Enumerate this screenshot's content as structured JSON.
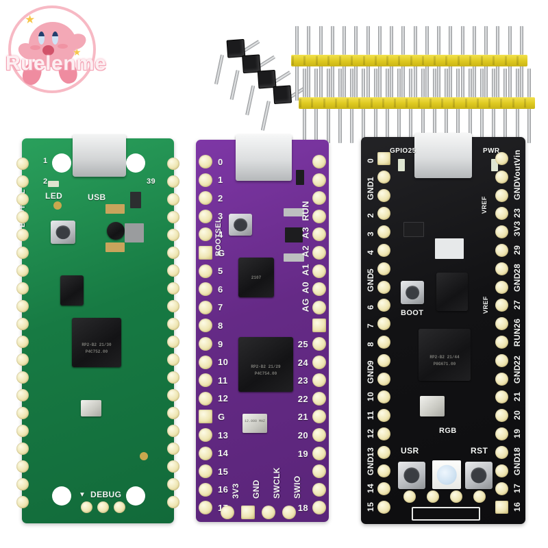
{
  "scene": {
    "background_color": "#ffffff",
    "description": "Product photo of three RP2040 microcontroller boards with header pin strips"
  },
  "watermark": {
    "text": "Ruelenme",
    "icon": "kirby-character-icon",
    "ring_color": "#f7b9c4",
    "body_color": "#f3a8b6",
    "text_color": "#fdeff2",
    "star_color": "#f6c64b"
  },
  "headers": [
    {
      "id": "black-header",
      "name": "black-4-pin-header",
      "pin_count": 4,
      "housing_color": "#1b1b1d",
      "pin_color": "#e7e9ea"
    },
    {
      "id": "yellow-header-top",
      "name": "yellow-20-pin-header-top",
      "pin_count": 20,
      "housing_color": "#ddc81f",
      "pin_color": "#e7e9ea"
    },
    {
      "id": "yellow-header-bottom",
      "name": "yellow-20-pin-header-bottom",
      "pin_count": 20,
      "housing_color": "#ddc81f",
      "pin_color": "#e7e9ea"
    }
  ],
  "boards": [
    {
      "id": "green-board",
      "name": "raspberry-pi-pico-green",
      "pcb_color": "#1f8a4c",
      "connector": "micro-usb",
      "silkscreen": {
        "usb_label": "USB",
        "led_label": "LED",
        "bootsel_label": "BOOTSEL",
        "debug_label": "DEBUG",
        "pin_first": "1",
        "pin_second": "2",
        "pin_last": "39"
      },
      "chip": {
        "line1": "RP2-B2   21/30",
        "line2": "P4C752.00"
      },
      "pad_count_per_side": 20,
      "mounting_holes": 4
    },
    {
      "id": "purple-board",
      "name": "rp2040-board-purple",
      "pcb_color": "#6b2d8e",
      "connector": "usb-c",
      "silkscreen": {
        "bootsel_label": "BOOTSEL",
        "bottom_labels": [
          "3V3",
          "GND",
          "SWCLK",
          "SWIO"
        ]
      },
      "chip": {
        "line1": "RP2-B2   21/29",
        "line2": "P4C754.00"
      },
      "flash_chip_mark": "2107",
      "crystal_mark": "12.000 MHZ",
      "left_pins": [
        "0",
        "1",
        "2",
        "3",
        "4",
        "G",
        "5",
        "6",
        "7",
        "8",
        "9",
        "10",
        "11",
        "12",
        "G",
        "13",
        "14",
        "15",
        "16",
        "17"
      ],
      "right_pins": [
        "",
        "",
        "RUN",
        "A3",
        "A2",
        "A1",
        "A0",
        "AG",
        "25",
        "24",
        "23",
        "22",
        "21",
        "20",
        "19",
        "18"
      ],
      "right_pins_full": [
        "",
        "",
        "RUN",
        "A3",
        "A2",
        "A1",
        "A0",
        "AG",
        "25",
        "24",
        "23",
        "22",
        "21",
        "20",
        "19",
        "18"
      ],
      "bottom_pins": [
        "3V3",
        "GND",
        "SWCLK",
        "SWIO"
      ]
    },
    {
      "id": "black-board",
      "name": "rp2040-board-black",
      "pcb_color": "#171719",
      "connector": "usb-c",
      "silkscreen": {
        "gpio25_label": "GPIO25",
        "pwr_label": "PWR",
        "boot_label": "BOOT",
        "usr_label": "USR",
        "rst_label": "RST",
        "rgb_label": "RGB",
        "vref_label_top": "VREF",
        "vref_label_bottom": "VREF"
      },
      "chip": {
        "line1": "RP2-B2  21/44",
        "line2": "P8G671.00"
      },
      "left_pins": [
        "0",
        "1",
        "GND",
        "2",
        "3",
        "4",
        "5",
        "GND",
        "6",
        "7",
        "8",
        "9",
        "GND",
        "10",
        "11",
        "12",
        "13",
        "GND",
        "14",
        "15"
      ],
      "right_pins": [
        "Vin",
        "Vout",
        "GND",
        "23",
        "3V3",
        "29",
        "28",
        "GND",
        "27",
        "26",
        "RUN",
        "22",
        "GND",
        "21",
        "20",
        "19",
        "18",
        "GND",
        "17",
        "16"
      ]
    }
  ]
}
